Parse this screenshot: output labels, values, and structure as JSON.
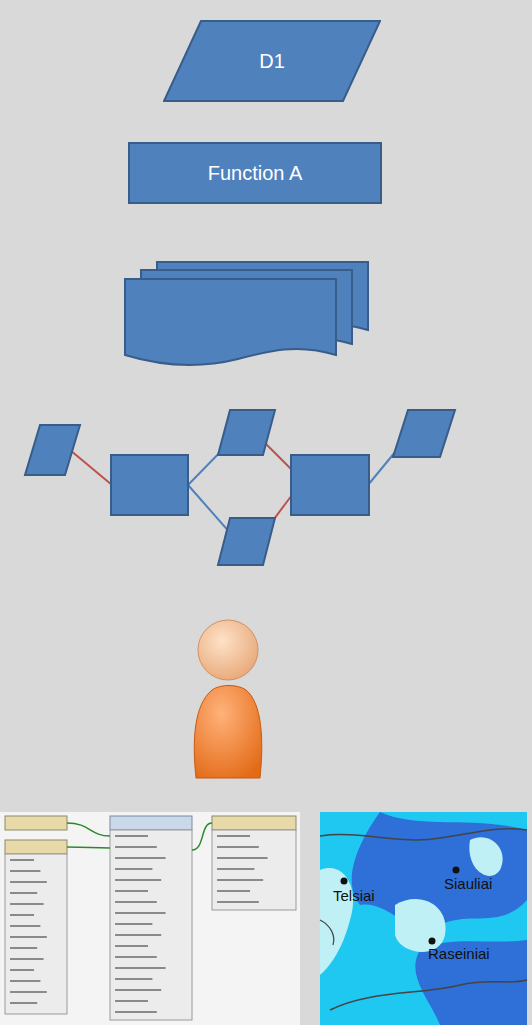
{
  "diagram": {
    "nodes": [
      {
        "text": [
          "D1"
        ]
      },
      {
        "text": [
          "Function A"
        ]
      }
    ],
    "labels": [
      "Telsiai",
      "Siauliai",
      "Raseiniai"
    ]
  }
}
